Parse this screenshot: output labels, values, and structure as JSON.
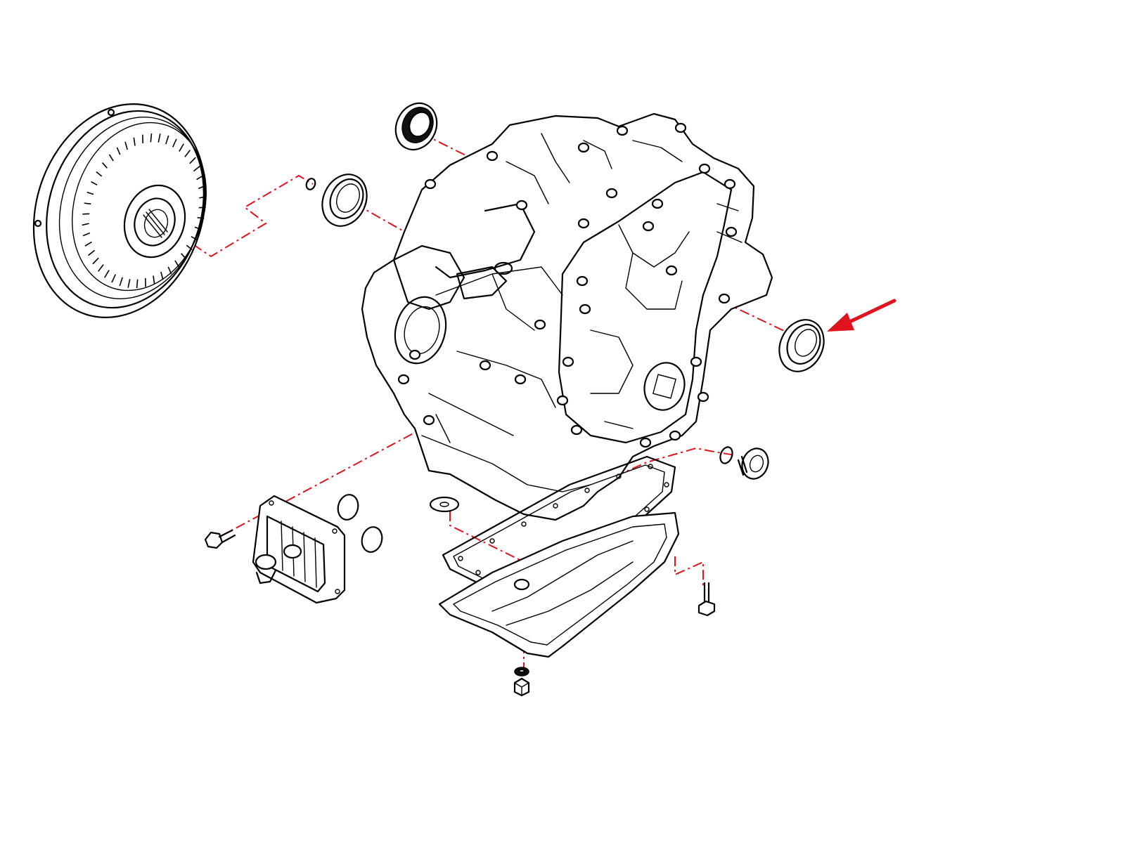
{
  "diagram": {
    "type": "exploded-parts-view",
    "colors": {
      "line_art": "#000000",
      "leader_lines": "#e0141e",
      "highlight_arrow": "#e0141e",
      "background": "#ffffff"
    },
    "parts": [
      "torque-converter",
      "converter-housing-oil-seal",
      "o-ring",
      "upper-oil-seal",
      "transaxle-case",
      "side-oil-seal",
      "fluid-cooler",
      "cooler-o-rings",
      "cooler-bolt",
      "oil-pan-gasket",
      "oil-pan",
      "drain-plug-gasket",
      "drain-plug",
      "pan-bolt",
      "filler-plug",
      "filler-plug-o-ring",
      "magnet-washer"
    ],
    "highlighted_part": "side-oil-seal"
  }
}
